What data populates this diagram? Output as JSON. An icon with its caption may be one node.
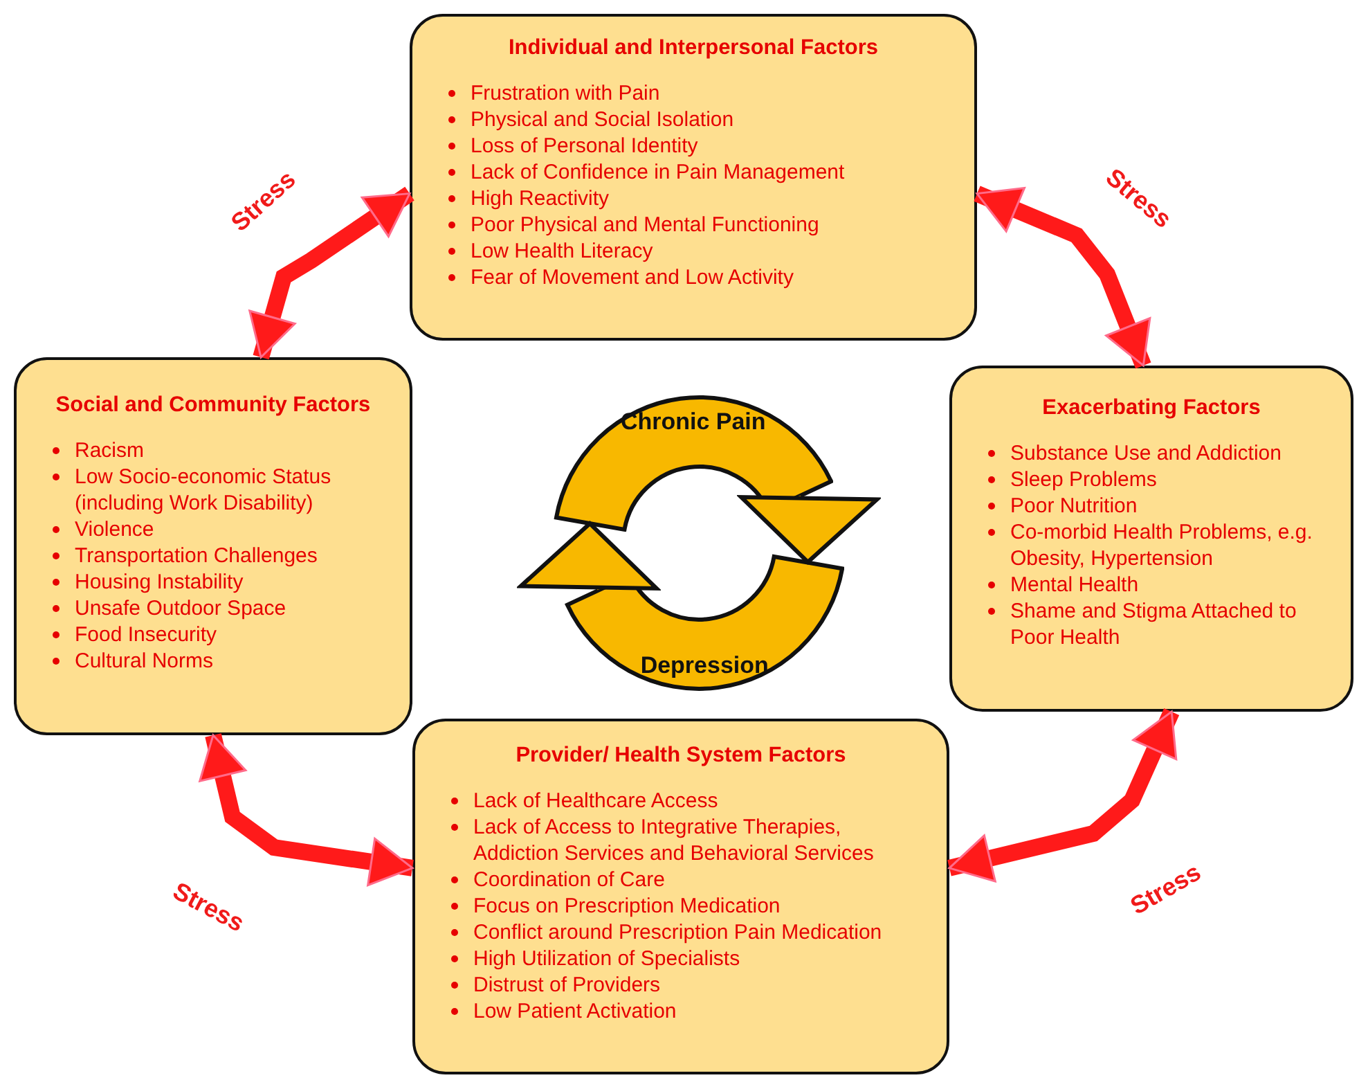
{
  "diagram": {
    "nodes": [
      {
        "text": [
          "Individual and Interpersonal Factors",
          "Frustration with Pain",
          "Physical and Social Isolation",
          "Loss of Personal Identity",
          "Lack of Confidence in Pain Management",
          "High Reactivity",
          "Poor Physical and Mental Functioning",
          "Low Health Literacy",
          "Fear of Movement and Low Activity"
        ]
      },
      {
        "text": [
          "Social and Community Factors",
          "Racism",
          "Low Socio-economic Status (including Work Disability)",
          "Violence",
          "Transportation Challenges",
          "Housing Instability",
          "Unsafe Outdoor Space",
          "Food Insecurity",
          "Cultural Norms"
        ]
      },
      {
        "text": [
          "Exacerbating Factors",
          "Substance Use and Addiction",
          "Sleep Problems",
          "Poor Nutrition",
          "Co-morbid Health Problems, e.g. Obesity, Hypertension",
          "Mental Health",
          "Shame and Stigma Attached to Poor Health"
        ]
      },
      {
        "text": [
          "Provider/ Health System Factors",
          "Lack of Healthcare Access",
          "Lack of Access to Integrative Therapies, Addiction Services and Behavioral Services",
          "Coordination of Care",
          "Focus on Prescription Medication",
          "Conflict around Prescription Pain Medication",
          "High Utilization of Specialists",
          "Distrust of Providers",
          "Low Patient Activation"
        ]
      },
      {
        "text": [
          "Chronic Pain"
        ]
      },
      {
        "text": [
          "Depression"
        ]
      }
    ],
    "edges": [
      {
        "from": 1,
        "to": 0,
        "arrow": "both",
        "label": "Stress"
      },
      {
        "from": 0,
        "to": 2,
        "arrow": "both",
        "label": "Stress"
      },
      {
        "from": 1,
        "to": 3,
        "arrow": "both",
        "label": "Stress"
      },
      {
        "from": 3,
        "to": 2,
        "arrow": "both",
        "label": "Stress"
      },
      {
        "from": 4,
        "to": 5,
        "arrow": "to",
        "color": "#f8b800"
      },
      {
        "from": 5,
        "to": 4,
        "arrow": "to",
        "color": "#f8b800"
      }
    ]
  }
}
